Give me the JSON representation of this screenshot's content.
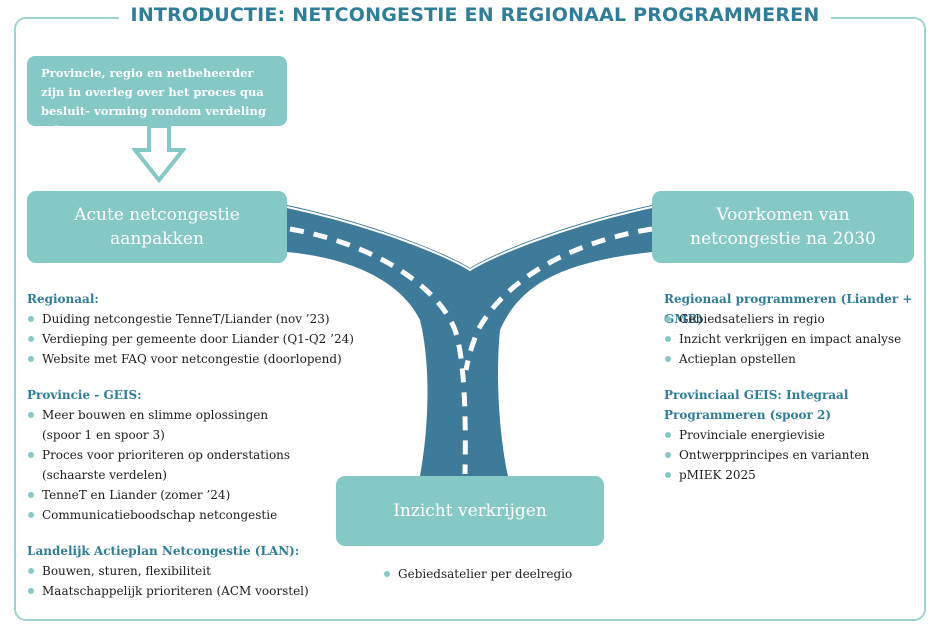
{
  "title": "INTRODUCTIE: NETCONGESTIE EN REGIONAAL PROGRAMMEREN",
  "intro_text": "Provincie, regio en netbeheerder zijn in overleg over het proces qua besluit- vorming rondom verdeling schaarste.",
  "boxes": {
    "left_line1": "Acute netcongestie",
    "left_line2": "aanpakken",
    "right_line1": "Voorkomen van",
    "right_line2": "netcongestie na 2030",
    "middle": "Inzicht verkrijgen"
  },
  "left": {
    "sections": [
      {
        "heading": "Regionaal:",
        "items": [
          "Duiding netcongestie TenneT/Liander (nov ’23)",
          "Verdieping per gemeente door Liander (Q1-Q2 ’24)",
          "Website met FAQ voor netcongestie (doorlopend)"
        ]
      },
      {
        "heading": "Provincie - GEIS:",
        "items": [
          "Meer bouwen en slimme oplossingen",
          "Proces voor prioriteren op onderstations",
          "TenneT en Liander (zomer ’24)",
          "Communicatieboodschap netcongestie"
        ],
        "continuations": [
          "(spoor 1 en spoor 3)",
          "(schaarste verdelen)"
        ]
      },
      {
        "heading": "Landelijk Actieplan Netcongestie (LAN):",
        "items": [
          "Bouwen, sturen, flexibiliteit",
          "Maatschappelijk prioriteren (ACM voorstel)"
        ]
      }
    ]
  },
  "right": {
    "sections": [
      {
        "heading": "Regionaal programmeren (Liander + GMR)",
        "items": [
          "Gebiedsateliers in regio",
          "Inzicht verkrijgen en impact analyse",
          "Actieplan opstellen"
        ]
      },
      {
        "heading_line1": "Provinciaal GEIS: Integraal",
        "heading_line2": "Programmeren (spoor 2)",
        "items": [
          "Provinciale energievisie",
          "Ontwerpprincipes en varianten",
          "pMIEK 2025"
        ]
      }
    ]
  },
  "middle": {
    "items": [
      "Gebiedsatelier per deelregio"
    ]
  },
  "colors": {
    "accent": "#2f7e99",
    "box": "#85c9c7",
    "road": "#3e7b9b",
    "border": "#9fd3d0"
  }
}
